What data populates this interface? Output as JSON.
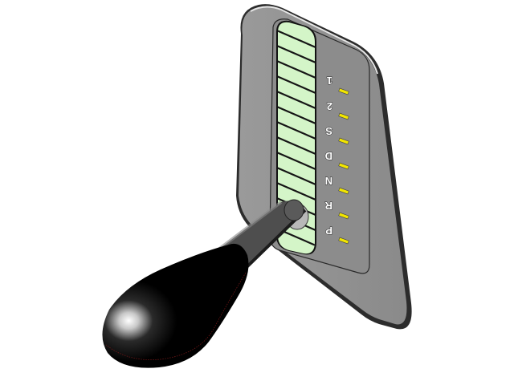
{
  "scene": {
    "subject": "automatic gear shifter",
    "background_color": "#ffffff"
  },
  "bezel": {
    "color": "#8f8f8f",
    "edge_color": "#3a3a3a",
    "rim_highlight": "#d8d8d8"
  },
  "gate": {
    "slot_color": "#d4f5c8",
    "slat_color": "#1a1a1a",
    "slat_count": 13
  },
  "gear_positions": [
    {
      "label": "1",
      "indicator_color": "#f2e600"
    },
    {
      "label": "2",
      "indicator_color": "#f2e600"
    },
    {
      "label": "S",
      "indicator_color": "#f2e600"
    },
    {
      "label": "D",
      "indicator_color": "#f2e600"
    },
    {
      "label": "N",
      "indicator_color": "#f2e600"
    },
    {
      "label": "R",
      "indicator_color": "#f2e600"
    },
    {
      "label": "P",
      "indicator_color": "#f2e600"
    }
  ],
  "lever": {
    "shaft_color": "#4a4a4a",
    "knob_color": "#000000",
    "seam_color": "#8a1a1a"
  }
}
